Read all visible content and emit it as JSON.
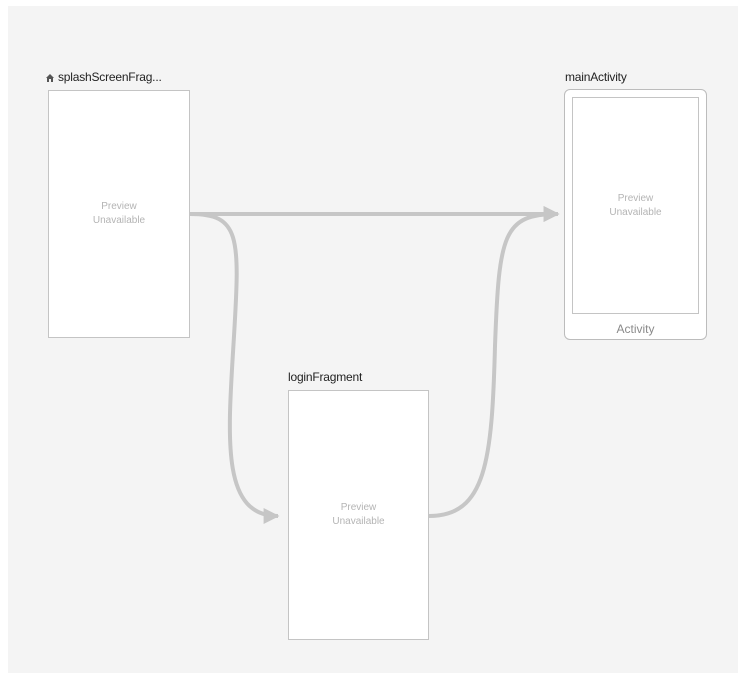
{
  "destinations": {
    "splash": {
      "label": "splashScreenFrag...",
      "is_start": true,
      "start_icon": "home-icon",
      "preview_line1": "Preview",
      "preview_line2": "Unavailable"
    },
    "main": {
      "label": "mainActivity",
      "preview_line1": "Preview",
      "preview_line2": "Unavailable",
      "caption": "Activity"
    },
    "login": {
      "label": "loginFragment",
      "preview_line1": "Preview",
      "preview_line2": "Unavailable"
    }
  },
  "actions": [
    {
      "from": "splashScreenFrag...",
      "to": "mainActivity"
    },
    {
      "from": "splashScreenFrag...",
      "to": "loginFragment"
    },
    {
      "from": "loginFragment",
      "to": "mainActivity"
    }
  ],
  "colors": {
    "canvas": "#f4f4f4",
    "arrow": "#c6c6c6",
    "frame_border": "#c4c4c4",
    "preview_text": "#b4b4b4"
  }
}
